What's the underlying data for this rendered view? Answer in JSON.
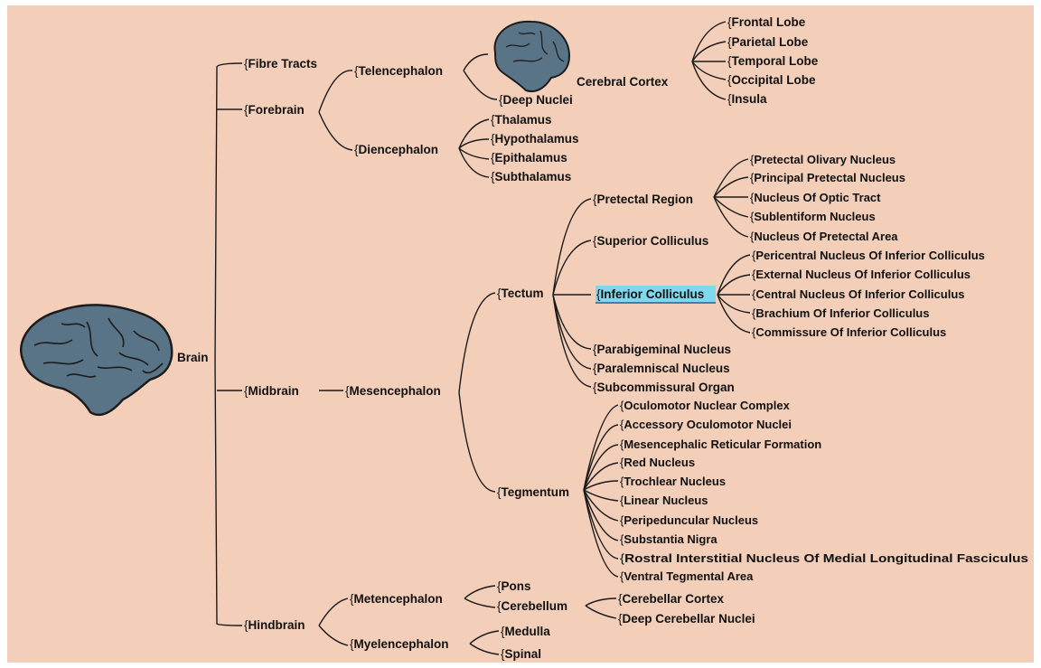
{
  "colors": {
    "background": "#f3ceb9",
    "line": "#1a1a1a",
    "text": "#111111",
    "highlight": "#7fd9ec",
    "brain_fill": "#5a7487",
    "brain_outline": "#1c1c1c"
  },
  "icons": {
    "large_brain": "brain-icon",
    "small_brain": "brain-icon"
  },
  "highlighted_node": "inferior_colliculus",
  "nodes": {
    "brain": "Brain",
    "fibre_tracts": "Fibre Tracts",
    "forebrain": "Forebrain",
    "midbrain": "Midbrain",
    "hindbrain": "Hindbrain",
    "telencephalon": "Telencephalon",
    "diencephalon": "Diencephalon",
    "cerebral_cortex": "Cerebral Cortex",
    "deep_nuclei": "Deep Nuclei",
    "frontal_lobe": "Frontal Lobe",
    "parietal_lobe": "Parietal Lobe",
    "temporal_lobe": "Temporal Lobe",
    "occipital_lobe": "Occipital Lobe",
    "insula": "Insula",
    "thalamus": "Thalamus",
    "hypothalamus": "Hypothalamus",
    "epithalamus": "Epithalamus",
    "subthalamus": "Subthalamus",
    "mesencephalon": "Mesencephalon",
    "tectum": "Tectum",
    "tegmentum": "Tegmentum",
    "pretectal_region": "Pretectal Region",
    "superior_colliculus": "Superior Colliculus",
    "inferior_colliculus": "Inferior Colliculus",
    "parabigeminal_nucleus": "Parabigeminal Nucleus",
    "paralemniscal_nucleus": "Paralemniscal Nucleus",
    "subcommissural_organ": "Subcommissural Organ",
    "pretectal_olivary_nucleus": "Pretectal Olivary Nucleus",
    "principal_pretectal_nucleus": "Principal Pretectal Nucleus",
    "nucleus_of_optic_tract": "Nucleus Of Optic Tract",
    "sublentiform_nucleus": "Sublentiform Nucleus",
    "nucleus_of_pretectal_area": "Nucleus Of Pretectal Area",
    "pericentral_nucleus_ic": "Pericentral Nucleus Of Inferior Colliculus",
    "external_nucleus_ic": "External Nucleus Of Inferior Colliculus",
    "central_nucleus_ic": "Central Nucleus Of Inferior Colliculus",
    "brachium_ic": "Brachium Of Inferior Colliculus",
    "commissure_ic": "Commissure Of Inferior Colliculus",
    "oculomotor_nuclear_complex": "Oculomotor Nuclear Complex",
    "accessory_oculomotor_nuclei": "Accessory Oculomotor Nuclei",
    "mesencephalic_reticular_formation": "Mesencephalic Reticular Formation",
    "red_nucleus": "Red Nucleus",
    "trochlear_nucleus": "Trochlear Nucleus",
    "linear_nucleus": "Linear Nucleus",
    "peripeduncular_nucleus": "Peripeduncular Nucleus",
    "substantia_nigra": "Substantia Nigra",
    "rostral_interstitial_nucleus": "Rostral Interstitial Nucleus Of Medial Longitudinal Fasciculus",
    "ventral_tegmental_area": "Ventral Tegmental Area",
    "metencephalon": "Metencephalon",
    "myelencephalon": "Myelencephalon",
    "pons": "Pons",
    "cerebellum": "Cerebellum",
    "cerebellar_cortex": "Cerebellar Cortex",
    "deep_cerebellar_nuclei": "Deep Cerebellar Nuclei",
    "medulla": "Medulla",
    "spinal": "Spinal"
  }
}
